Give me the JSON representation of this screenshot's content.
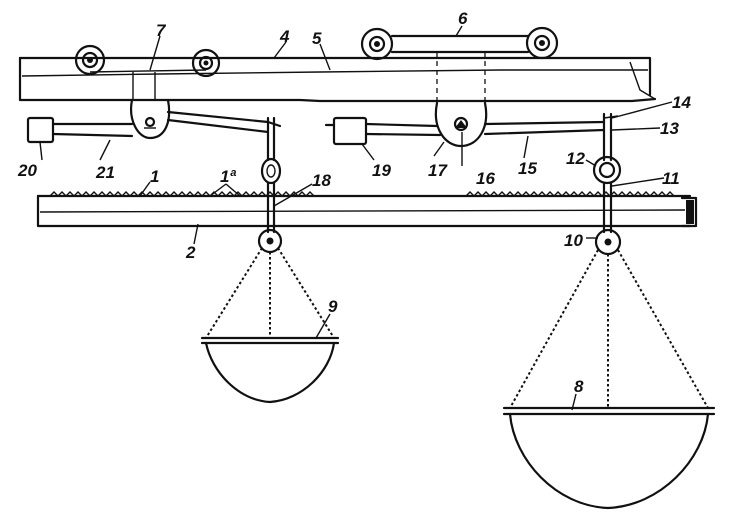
{
  "labels": {
    "n1": "1",
    "n1a": "1ª",
    "n2": "2",
    "n4": "4",
    "n5": "5",
    "n6": "6",
    "n7": "7",
    "n8": "8",
    "n9": "9",
    "n10": "10",
    "n11": "11",
    "n12": "12",
    "n13": "13",
    "n14": "14",
    "n15": "15",
    "n16": "16",
    "n17": "17",
    "n18": "18",
    "n19": "19",
    "n20": "20",
    "n21": "21"
  }
}
